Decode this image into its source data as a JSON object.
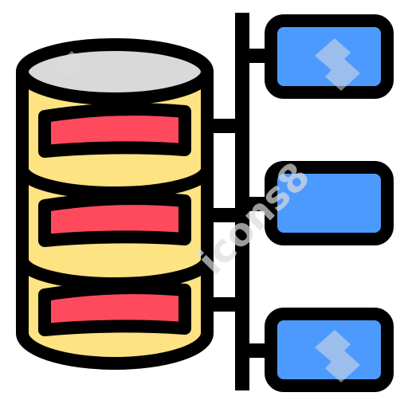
{
  "icon": {
    "name": "database-network-icon",
    "colors": {
      "outline": "#000000",
      "cylinder_top": "#d9d9d9",
      "cylinder_body": "#fde382",
      "slot": "#ff4a5e",
      "node": "#4d9aff",
      "background": "#ffffff"
    },
    "segments": 3,
    "nodes": 3
  },
  "watermark": {
    "text": "icons8",
    "logo": "icons8-logo"
  }
}
